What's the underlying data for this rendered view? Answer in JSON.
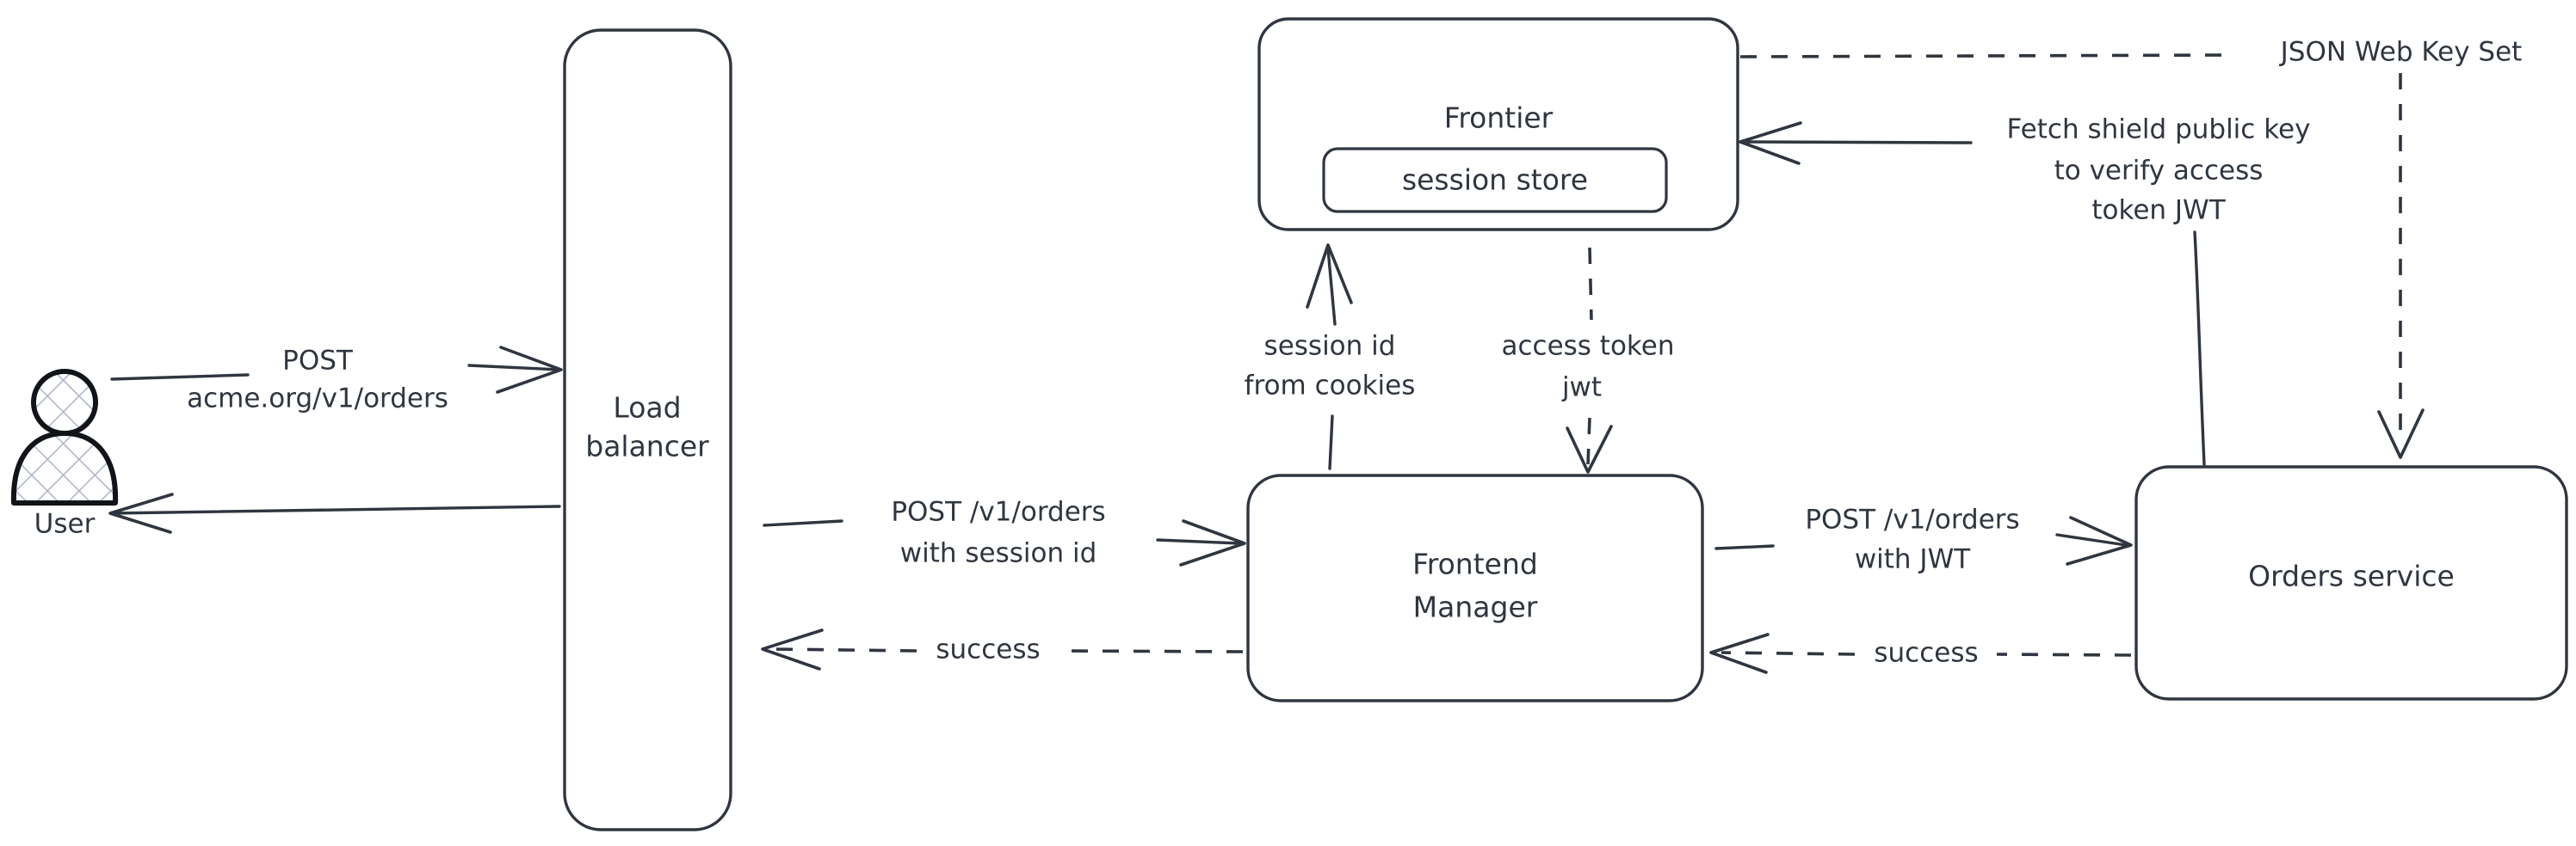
{
  "diagram": {
    "title": "Auth flow: user request through load balancer, frontend manager, frontier and orders service",
    "stroke_color": "#2f3640",
    "background_color": "#ffffff",
    "hatch_color": "#aab4c8",
    "actor_outline_color": "#111418"
  },
  "nodes": [
    {
      "id": "user",
      "label": "User",
      "shape": "person"
    },
    {
      "id": "lb",
      "label_line1": "Load",
      "label_line2": "balancer",
      "shape": "rounded-rect"
    },
    {
      "id": "frontier",
      "label": "Frontier",
      "shape": "rounded-rect"
    },
    {
      "id": "sessionstore",
      "label": "session store",
      "shape": "rounded-rect-inner"
    },
    {
      "id": "fm",
      "label_line1": "Frontend",
      "label_line2": "Manager",
      "shape": "rounded-rect"
    },
    {
      "id": "orders",
      "label": "Orders service",
      "shape": "rounded-rect"
    }
  ],
  "edges": [
    {
      "id": "user-to-lb",
      "from": "user",
      "to": "lb",
      "style": "solid",
      "direction": "right",
      "label_line1": "POST",
      "label_line2": "acme.org/v1/orders"
    },
    {
      "id": "lb-to-user",
      "from": "lb",
      "to": "user",
      "style": "solid",
      "direction": "left",
      "label": ""
    },
    {
      "id": "lb-to-fm",
      "from": "lb",
      "to": "fm",
      "style": "solid",
      "direction": "right",
      "label_line1": "POST /v1/orders",
      "label_line2": "with session id"
    },
    {
      "id": "fm-to-lb",
      "from": "fm",
      "to": "lb",
      "style": "dashed",
      "direction": "left",
      "label": "success"
    },
    {
      "id": "fm-to-frontier",
      "from": "fm",
      "to": "frontier",
      "style": "solid",
      "direction": "up",
      "label_line1": "session id",
      "label_line2": "from cookies"
    },
    {
      "id": "frontier-to-fm",
      "from": "frontier",
      "to": "fm",
      "style": "dashed",
      "direction": "down",
      "label_line1": "access token",
      "label_line2": "jwt"
    },
    {
      "id": "fm-to-orders",
      "from": "fm",
      "to": "orders",
      "style": "solid",
      "direction": "right",
      "label_line1": "POST /v1/orders",
      "label_line2": "with JWT"
    },
    {
      "id": "orders-to-fm",
      "from": "orders",
      "to": "fm",
      "style": "dashed",
      "direction": "left",
      "label": "success"
    },
    {
      "id": "orders-to-frontier",
      "from": "orders",
      "to": "frontier",
      "style": "solid",
      "direction": "left",
      "label_line1": "Fetch shield public key",
      "label_line2": "to verify access",
      "label_line3": "token JWT"
    },
    {
      "id": "frontier-to-orders-jwks",
      "from": "frontier",
      "to": "orders",
      "style": "dashed",
      "direction": "down",
      "label": "JSON Web Key Set"
    }
  ]
}
